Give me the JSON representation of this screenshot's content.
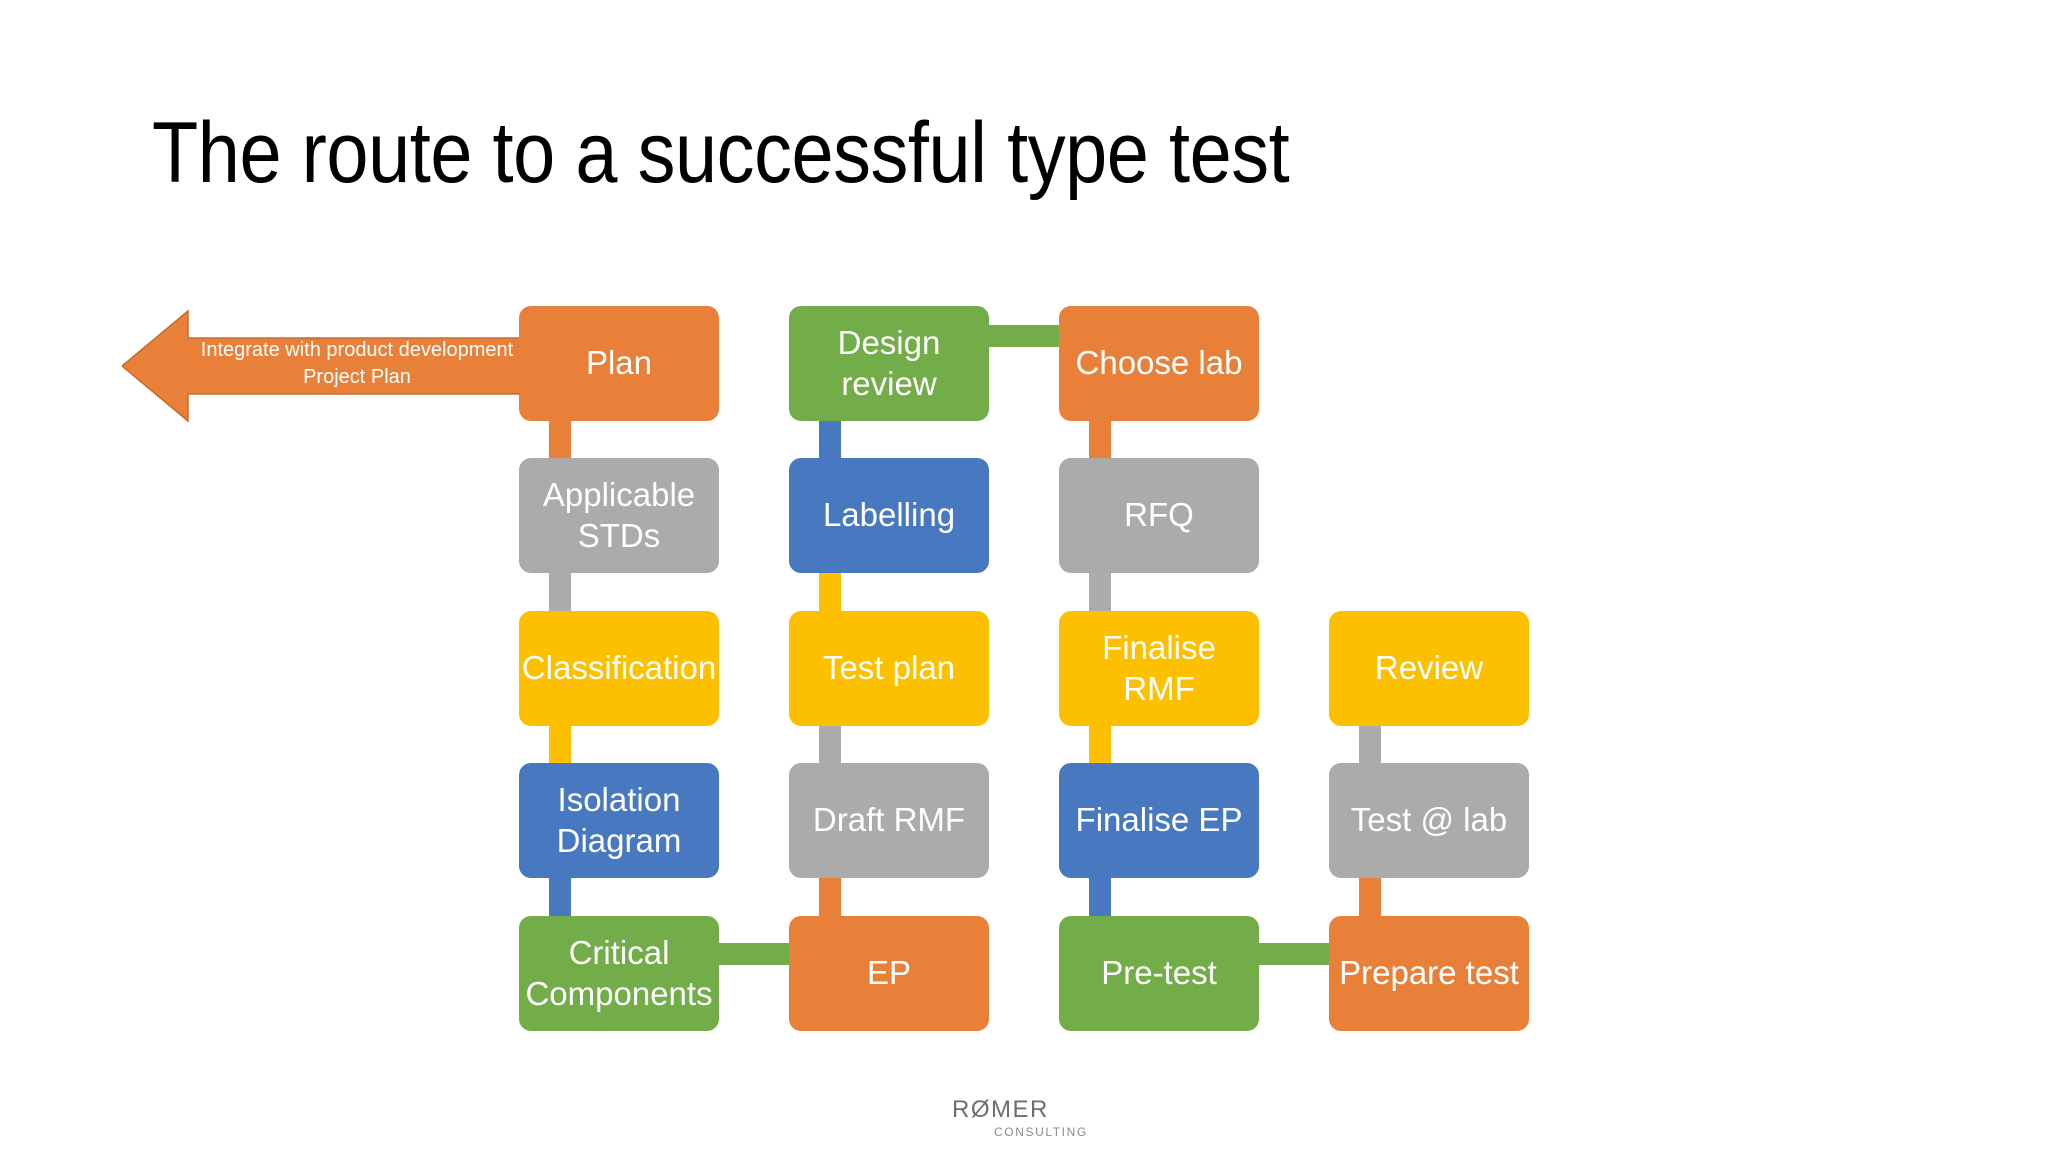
{
  "slide": {
    "title": "The route to a successful type test",
    "background": "#FFFFFF"
  },
  "palette": {
    "orange": "#E8803A",
    "grey": "#ABABAB",
    "yellow": "#FDC000",
    "blue": "#4878C0",
    "green": "#72AD49",
    "title_text": "#000000",
    "box_text": "#FFFFFF",
    "logo_text": "#6E6E6E"
  },
  "arrow": {
    "name": "integrate-arrow",
    "direction": "left",
    "color": "#E8803A",
    "line1": "Integrate with product development",
    "line2": "Project Plan",
    "text": "Integrate with product development\nProject Plan"
  },
  "flow": {
    "columns": [
      {
        "index": 1,
        "boxes": [
          {
            "label": "Plan",
            "color": "orange"
          },
          {
            "label": "Applicable\nSTDs",
            "color": "grey"
          },
          {
            "label": "Classification",
            "color": "yellow"
          },
          {
            "label": "Isolation\nDiagram",
            "color": "blue"
          },
          {
            "label": "Critical\nComponents",
            "color": "green"
          }
        ]
      },
      {
        "index": 2,
        "boxes": [
          {
            "label": "Design\nreview",
            "color": "green"
          },
          {
            "label": "Labelling",
            "color": "blue"
          },
          {
            "label": "Test plan",
            "color": "yellow"
          },
          {
            "label": "Draft RMF",
            "color": "grey"
          },
          {
            "label": "EP",
            "color": "orange"
          }
        ]
      },
      {
        "index": 3,
        "boxes": [
          {
            "label": "Choose lab",
            "color": "orange"
          },
          {
            "label": "RFQ",
            "color": "grey"
          },
          {
            "label": "Finalise RMF",
            "color": "yellow"
          },
          {
            "label": "Finalise EP",
            "color": "blue"
          },
          {
            "label": "Pre-test",
            "color": "green"
          }
        ]
      },
      {
        "index": 4,
        "boxes": [
          {
            "label": "Review",
            "color": "yellow"
          },
          {
            "label": "Test @ lab",
            "color": "grey"
          },
          {
            "label": "Prepare test",
            "color": "orange"
          }
        ]
      }
    ],
    "vertical_connectors": [
      {
        "from": "Plan",
        "to": "Applicable STDs",
        "color": "orange"
      },
      {
        "from": "Applicable STDs",
        "to": "Classification",
        "color": "grey"
      },
      {
        "from": "Classification",
        "to": "Isolation Diagram",
        "color": "yellow"
      },
      {
        "from": "Isolation Diagram",
        "to": "Critical Components",
        "color": "blue"
      },
      {
        "from": "Design review",
        "to": "Labelling",
        "color": "blue"
      },
      {
        "from": "Labelling",
        "to": "Test plan",
        "color": "yellow"
      },
      {
        "from": "Test plan",
        "to": "Draft RMF",
        "color": "grey"
      },
      {
        "from": "Draft RMF",
        "to": "EP",
        "color": "orange"
      },
      {
        "from": "Choose lab",
        "to": "RFQ",
        "color": "orange"
      },
      {
        "from": "RFQ",
        "to": "Finalise RMF",
        "color": "grey"
      },
      {
        "from": "Finalise RMF",
        "to": "Finalise EP",
        "color": "yellow"
      },
      {
        "from": "Finalise EP",
        "to": "Pre-test",
        "color": "blue"
      },
      {
        "from": "Review",
        "to": "Test @ lab",
        "color": "grey"
      },
      {
        "from": "Test @ lab",
        "to": "Prepare test",
        "color": "orange"
      }
    ],
    "horizontal_connectors": [
      {
        "from": "Design review",
        "to": "Choose lab",
        "color": "green"
      },
      {
        "from": "Critical Components",
        "to": "EP",
        "color": "green"
      },
      {
        "from": "Pre-test",
        "to": "Prepare test",
        "color": "green"
      }
    ]
  },
  "footer": {
    "logo_main": "RØMER",
    "logo_sub": "CONSULTING"
  }
}
